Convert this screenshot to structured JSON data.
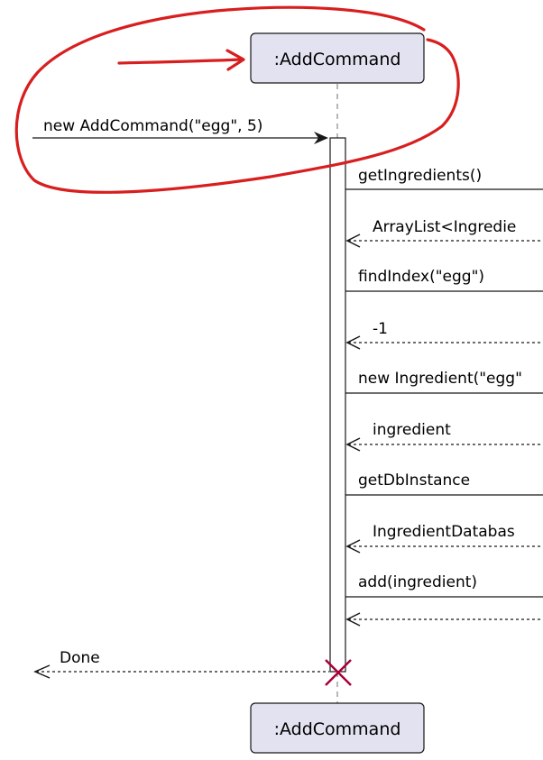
{
  "participant": {
    "top_label": ":AddCommand",
    "bottom_label": ":AddCommand"
  },
  "messages": [
    {
      "label": "new AddCommand(\"egg\", 5)"
    },
    {
      "label": "getIngredients()"
    },
    {
      "label": "ArrayList<Ingredie"
    },
    {
      "label": "findIndex(\"egg\")"
    },
    {
      "label": "-1"
    },
    {
      "label": "new Ingredient(\"egg\""
    },
    {
      "label": "ingredient"
    },
    {
      "label": "getDbInstance"
    },
    {
      "label": "IngredientDatabas"
    },
    {
      "label": "add(ingredient)"
    },
    {
      "label": ""
    },
    {
      "label": "Done"
    }
  ],
  "colors": {
    "participant_fill": "#E2E2F0",
    "participant_border": "#181818",
    "activation_fill": "#FFFFFF",
    "destroy_mark": "#A80036",
    "annotation_red": "#D81E1E"
  }
}
